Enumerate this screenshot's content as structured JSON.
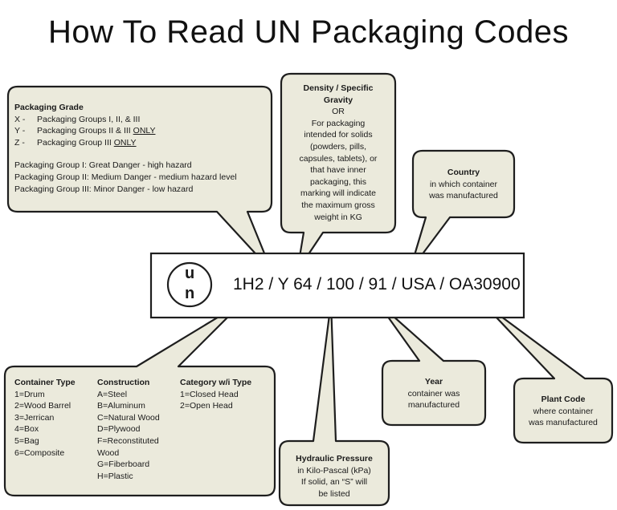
{
  "title": "How To Read UN Packaging Codes",
  "code": {
    "mark_letter_top": "u",
    "mark_letter_bottom": "n",
    "text": "1H2 / Y 64 / 100 / 91 / USA / OA30900"
  },
  "grade": {
    "heading": "Packaging Grade",
    "x_key": "X -",
    "x_text": "Packaging Groups I, II, & III",
    "y_key": "Y -",
    "y_text": "Packaging Groups II & III",
    "y_only": "ONLY",
    "z_key": "Z -",
    "z_text": "Packaging Group III",
    "z_only": "ONLY",
    "pg1": "Packaging Group I: Great Danger - high hazard",
    "pg2": "Packaging Group II: Medium Danger - medium hazard level",
    "pg3": "Packaging Group III: Minor Danger - low hazard"
  },
  "density": {
    "heading_line1": "Density / Specific",
    "heading_line2": "Gravity",
    "or": "OR",
    "lines": [
      "For packaging",
      "intended for solids",
      "(powders, pills,",
      "capsules, tablets), or",
      "that have inner",
      "packaging, this",
      "marking will indicate",
      "the maximum gross",
      "weight in KG"
    ]
  },
  "country": {
    "heading": "Country",
    "line1": "in which container",
    "line2": "was manufactured"
  },
  "container": {
    "type_heading": "Container Type",
    "types": [
      "1=Drum",
      "2=Wood Barrel",
      "3=Jerrican",
      "4=Box",
      "5=Bag",
      "6=Composite"
    ],
    "construction_heading": "Construction",
    "constructions": [
      "A=Steel",
      "B=Aluminum",
      "C=Natural Wood",
      "D=Plywood",
      "F=Reconstituted",
      "Wood",
      "G=Fiberboard",
      "H=Plastic"
    ],
    "category_heading": "Category w/i Type",
    "categories": [
      "1=Closed Head",
      "2=Open Head"
    ]
  },
  "hydraulic": {
    "heading": "Hydraulic Pressure",
    "line1": "in Kilo-Pascal (kPa)",
    "line2": "If solid, an “S” will",
    "line3": "be listed"
  },
  "year": {
    "heading": "Year",
    "line1": "container was",
    "line2": "manufactured"
  },
  "plant": {
    "heading": "Plant Code",
    "line1": "where container",
    "line2": "was manufactured"
  },
  "colors": {
    "callout_fill": "#ebeadc",
    "callout_stroke": "#1e1e1e",
    "code_box_fill": "#ffffff"
  }
}
